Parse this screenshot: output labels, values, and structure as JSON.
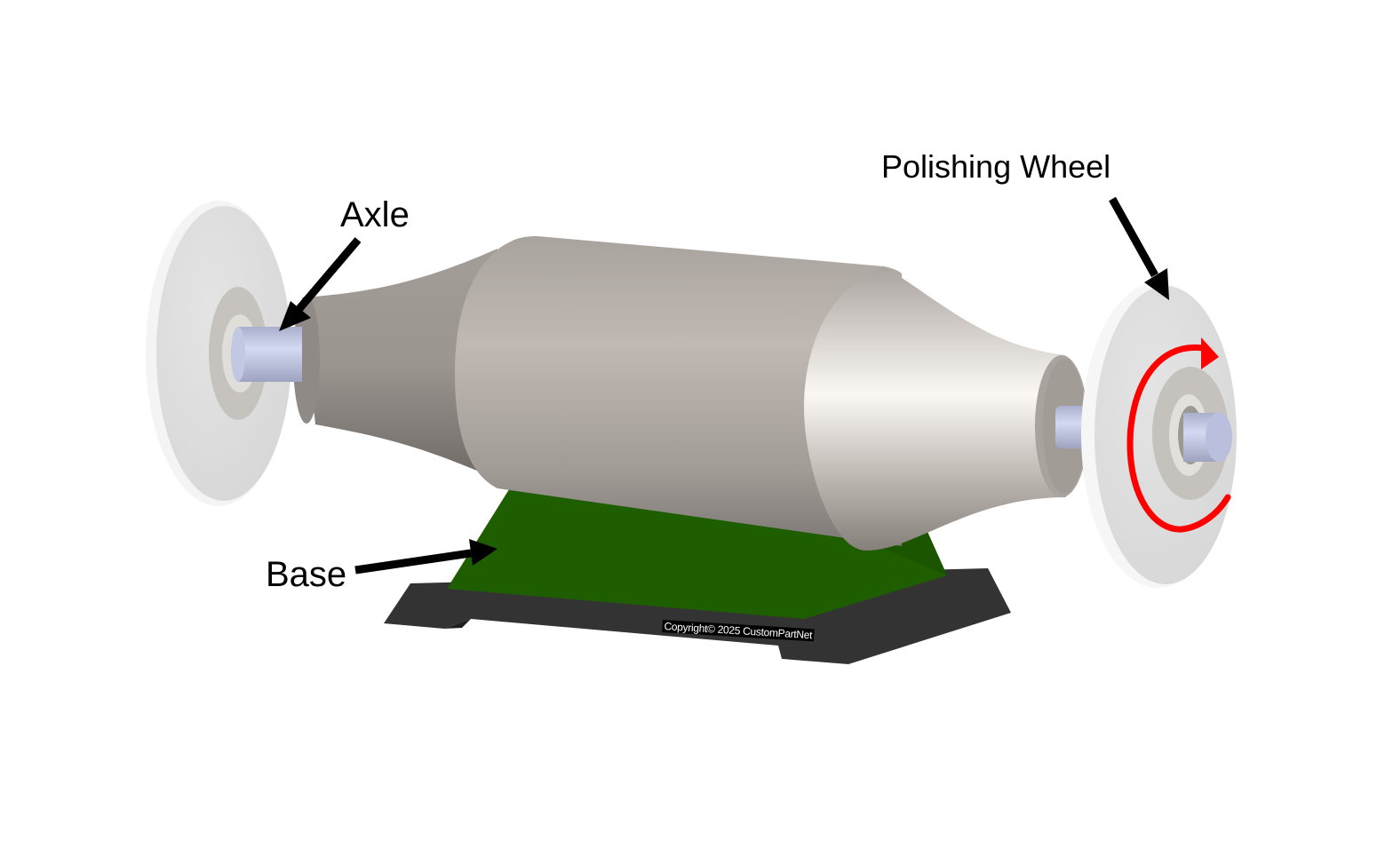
{
  "diagram": {
    "subject": "Polishing / buffing machine",
    "labels": {
      "axle": "Axle",
      "polishing_wheel": "Polishing Wheel",
      "base": "Base"
    },
    "copyright": "Copyright© 2025 CustomPartNet",
    "colors": {
      "background": "#ffffff",
      "motor_body": "#b8b2ad",
      "base_green": "#1e5e00",
      "base_plate": "#333333",
      "wheel": "#e2e2e2",
      "axle": "#c8cde8",
      "rotation_arrow": "#ff0000",
      "pointer_arrows": "#000000"
    },
    "components": [
      {
        "id": "left-wheel",
        "name": "Polishing Wheel (left)"
      },
      {
        "id": "right-wheel",
        "name": "Polishing Wheel (right)",
        "rotation_indicator": "clockwise"
      },
      {
        "id": "motor-housing",
        "name": "Motor housing"
      },
      {
        "id": "axle",
        "name": "Axle"
      },
      {
        "id": "base",
        "name": "Base"
      }
    ]
  }
}
